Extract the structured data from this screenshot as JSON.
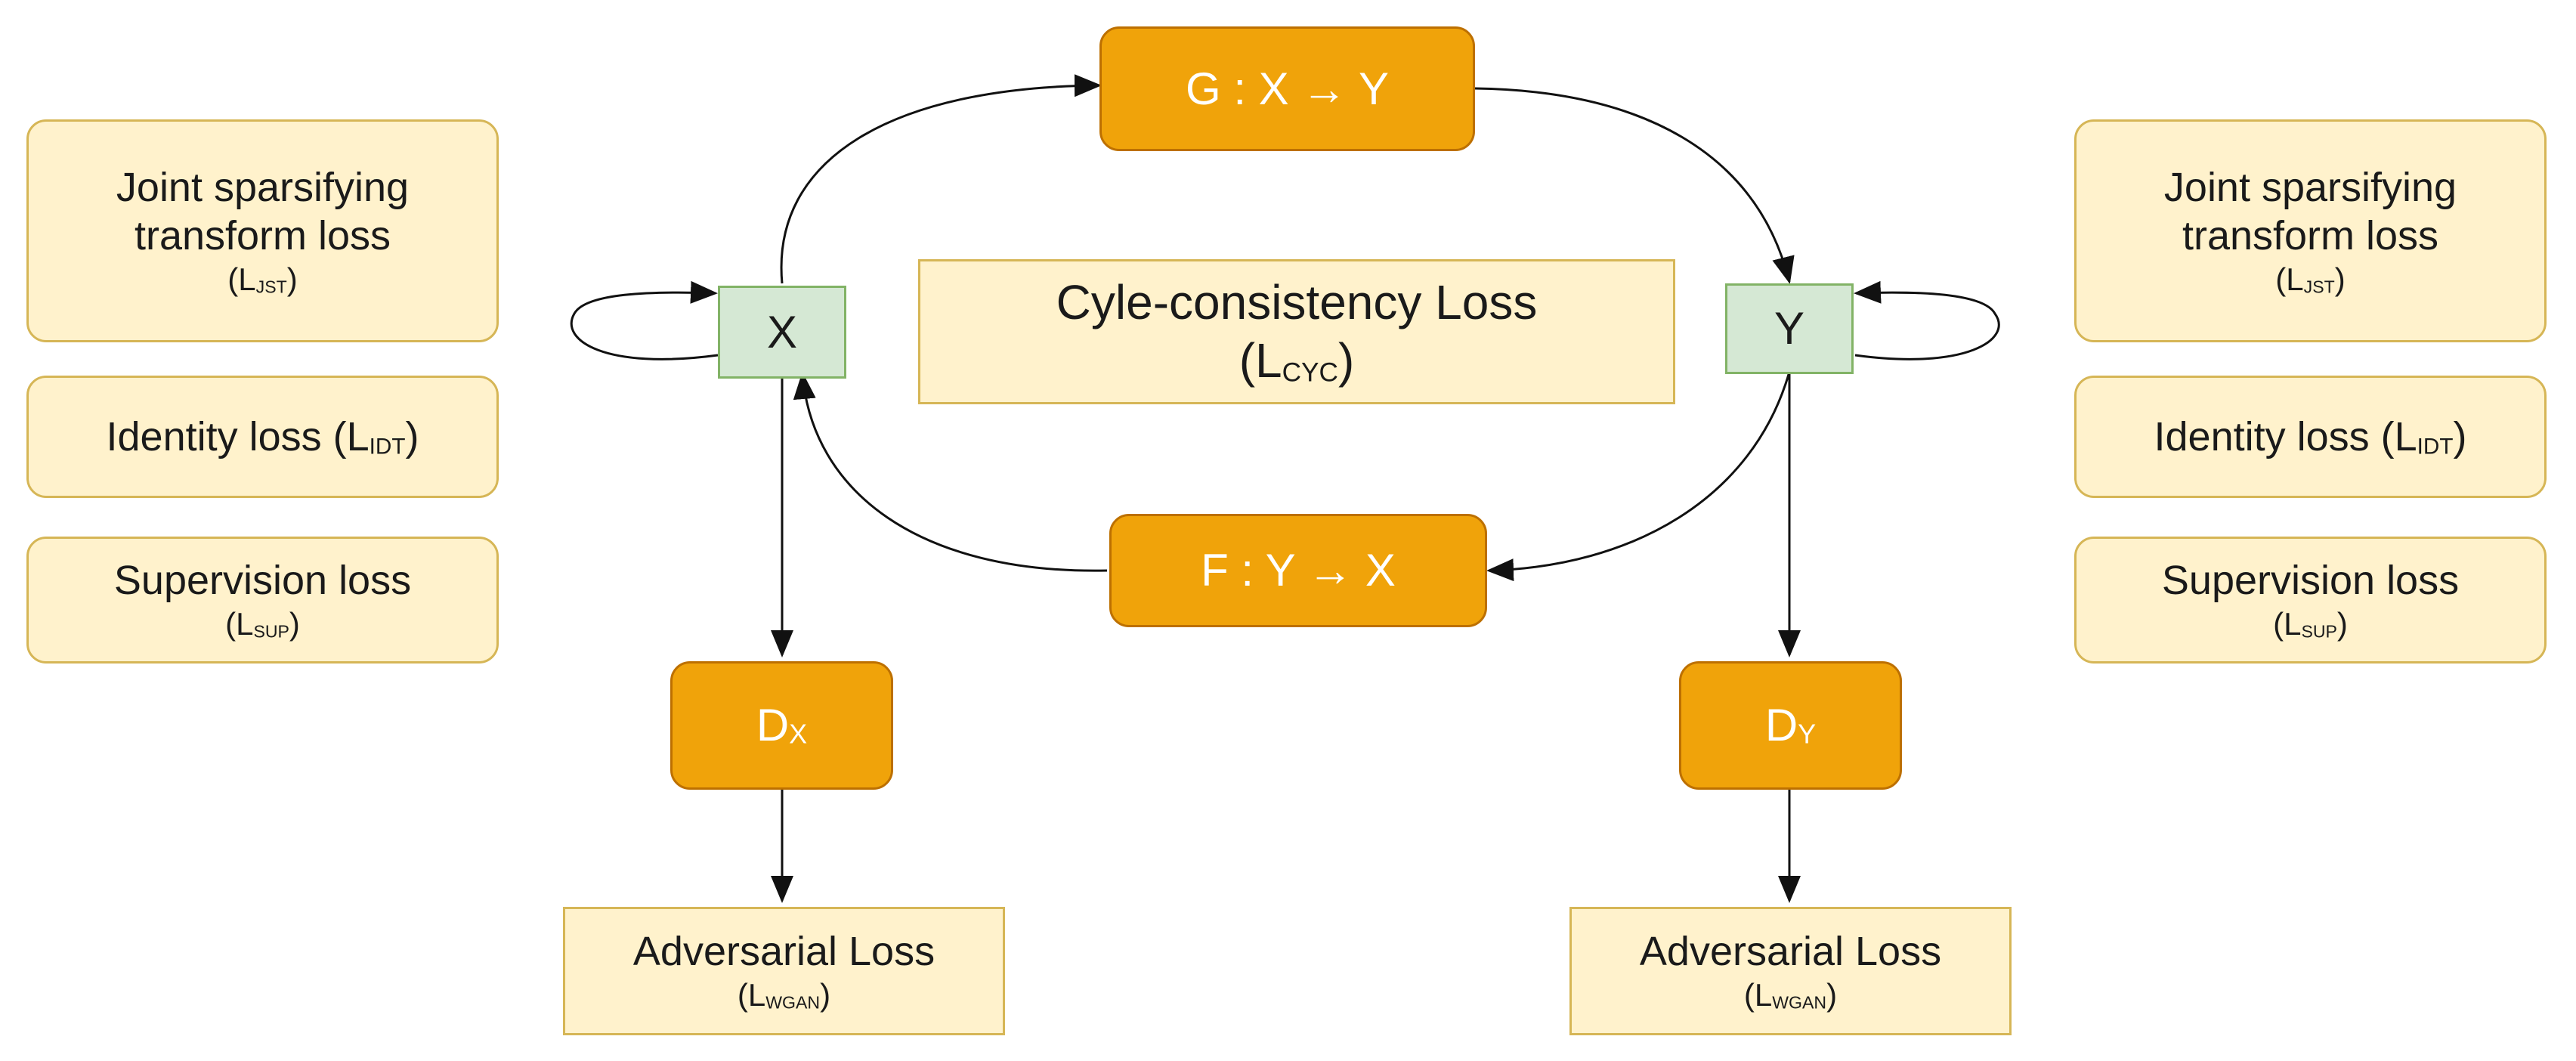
{
  "left_losses": {
    "jst": {
      "line1": "Joint sparsifying",
      "line2": "transform loss",
      "sym_open": "(L",
      "sym_sub": "JST",
      "sym_close": ")"
    },
    "idt": {
      "text": "Identity loss (L",
      "sym_sub": "IDT",
      "sym_close": ")"
    },
    "sup": {
      "line1": "Supervision loss",
      "sym_open": "(L",
      "sym_sub": "SUP",
      "sym_close": ")"
    }
  },
  "right_losses": {
    "jst": {
      "line1": "Joint sparsifying",
      "line2": "transform loss",
      "sym_open": "(L",
      "sym_sub": "JST",
      "sym_close": ")"
    },
    "idt": {
      "text": "Identity loss (L",
      "sym_sub": "IDT",
      "sym_close": ")"
    },
    "sup": {
      "line1": "Supervision loss",
      "sym_open": "(L",
      "sym_sub": "SUP",
      "sym_close": ")"
    }
  },
  "generator_g": {
    "label": "G : X →  Y"
  },
  "generator_f": {
    "label": "F : Y →  X"
  },
  "domain_x": {
    "label": "X"
  },
  "domain_y": {
    "label": "Y"
  },
  "cycle_loss": {
    "line1": "Cyle-consistency Loss",
    "sym_open": "(L",
    "sym_sub": "CYC",
    "sym_close": ")"
  },
  "disc_x": {
    "letter": "D",
    "sub": "X"
  },
  "disc_y": {
    "letter": "D",
    "sub": "Y"
  },
  "adv_x": {
    "line1": "Adversarial Loss",
    "sym_open": "(L",
    "sym_sub": "WGAN",
    "sym_close": ")"
  },
  "adv_y": {
    "line1": "Adversarial Loss",
    "sym_open": "(L",
    "sym_sub": "WGAN",
    "sym_close": ")"
  },
  "colors": {
    "orange_fill": "#f0a30a",
    "orange_stroke": "#bd7000",
    "loss_fill": "#fff2cc",
    "loss_stroke": "#d6b656",
    "green_fill": "#d5e8d4",
    "green_stroke": "#82b366"
  }
}
